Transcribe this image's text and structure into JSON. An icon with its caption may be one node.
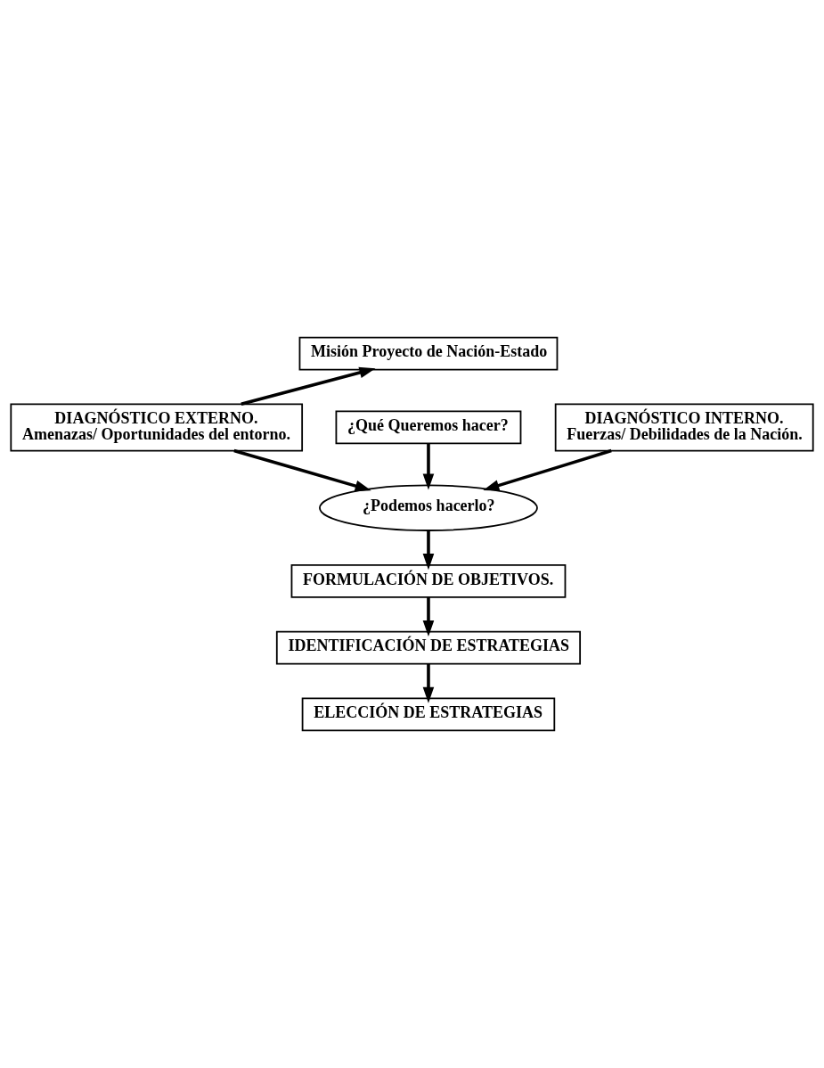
{
  "diagram": {
    "nodes": [
      {
        "text": [
          "Misión Proyecto de Nación-Estado"
        ]
      },
      {
        "text": [
          "¿Qué Queremos hacer?"
        ]
      },
      {
        "text": [
          "DIAGNÓSTICO EXTERNO.",
          "Amenazas/ Oportunidades del entorno."
        ]
      },
      {
        "text": [
          "DIAGNÓSTICO INTERNO.",
          "Fuerzas/ Debilidades de la Nación."
        ]
      },
      {
        "text": [
          "¿Podemos hacerlo?"
        ]
      },
      {
        "text": [
          "FORMULACIÓN DE OBJETIVOS."
        ]
      },
      {
        "text": [
          "IDENTIFICACIÓN DE ESTRATEGIAS"
        ]
      },
      {
        "text": [
          "ELECCIÓN DE ESTRATEGIAS"
        ]
      }
    ],
    "edges": [
      {
        "from": 2,
        "to": 0,
        "arrow": "to"
      },
      {
        "from": 1,
        "to": 4,
        "arrow": "to"
      },
      {
        "from": 2,
        "to": 4,
        "arrow": "to"
      },
      {
        "from": 3,
        "to": 4,
        "arrow": "to"
      },
      {
        "from": 4,
        "to": 5,
        "arrow": "to"
      },
      {
        "from": 5,
        "to": 6,
        "arrow": "to"
      },
      {
        "from": 6,
        "to": 7,
        "arrow": "to"
      }
    ]
  }
}
